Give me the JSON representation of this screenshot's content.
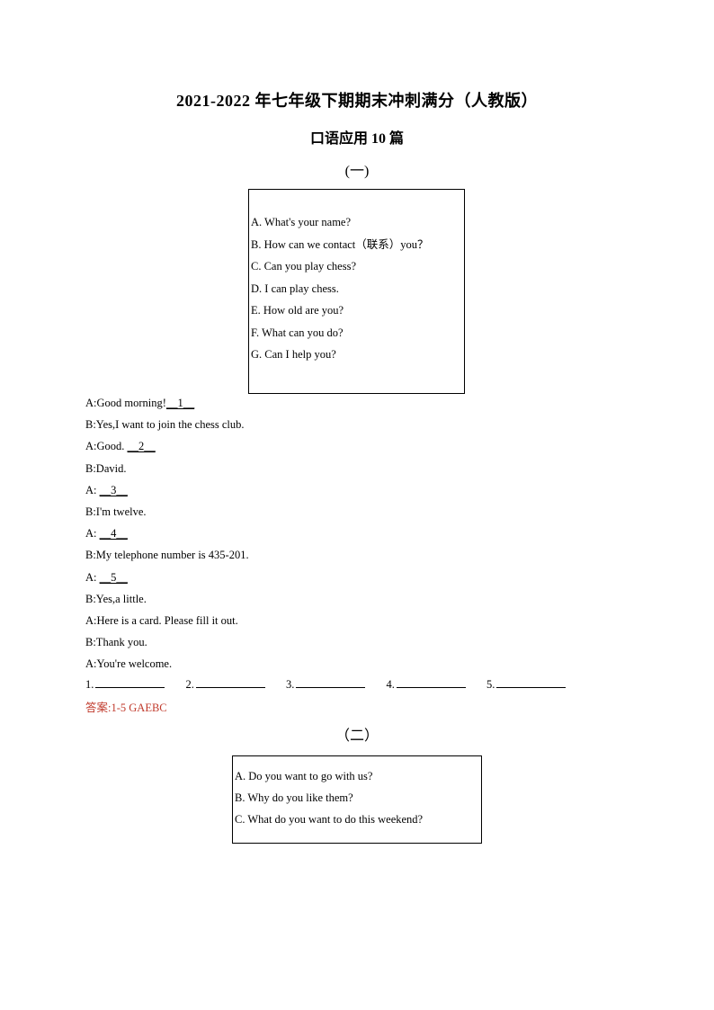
{
  "header": {
    "title": "2021-2022 年七年级下期期末冲刺满分（人教版）",
    "subtitle": "口语应用 10 篇"
  },
  "section1": {
    "label": "(一)",
    "options": [
      "A. What's your name?",
      "B. How can we contact（联系）you？",
      "C. Can you play chess?",
      "D. I can play chess.",
      "E. How old are you?",
      "F. What can you do?",
      "G. Can I help you?"
    ],
    "dialogue": [
      {
        "text": "A:Good morning!",
        "blank": "__1__"
      },
      {
        "text": "B:Yes,I want to join the chess club.",
        "blank": ""
      },
      {
        "text": "A:Good. ",
        "blank": "__2__"
      },
      {
        "text": "B:David.",
        "blank": ""
      },
      {
        "text": "A: ",
        "blank": "__3__"
      },
      {
        "text": "B:I'm twelve.",
        "blank": ""
      },
      {
        "text": "A: ",
        "blank": "__4__"
      },
      {
        "text": "B:My telephone number is 435-201.",
        "blank": ""
      },
      {
        "text": "A: ",
        "blank": "__5__"
      },
      {
        "text": "B:Yes,a little.",
        "blank": ""
      },
      {
        "text": "A:Here is a card. Please fill it out.",
        "blank": ""
      },
      {
        "text": "B:Thank you.",
        "blank": ""
      },
      {
        "text": "A:You're welcome.",
        "blank": ""
      }
    ],
    "answer_blanks": [
      "1.",
      "2.",
      "3.",
      "4.",
      "5."
    ],
    "answer_key": "答案:1-5 GAEBC"
  },
  "section2": {
    "label": "（二）",
    "options": [
      "A. Do you want to go with us?",
      "B. Why do you like them?",
      "C. What do you want to do this weekend?"
    ]
  },
  "colors": {
    "answer_key": "#c0392b"
  }
}
